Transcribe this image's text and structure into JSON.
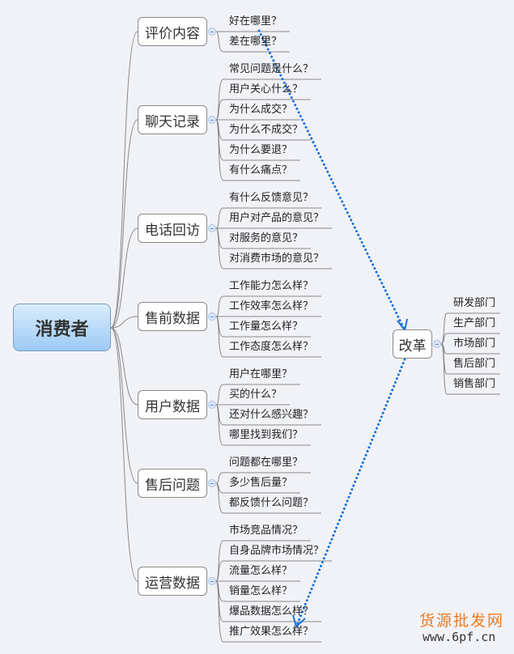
{
  "central": "消费者",
  "branches": [
    {
      "label": "评价内容",
      "leaves": [
        "好在哪里？",
        "差在哪里？"
      ]
    },
    {
      "label": "聊天记录",
      "leaves": [
        "常见问题是什么？",
        "用户关心什么？",
        "为什么成交？",
        "为什么不成交？",
        "为什么要退？",
        "有什么痛点？"
      ]
    },
    {
      "label": "电话回访",
      "leaves": [
        "有什么反馈意见？",
        "用户对产品的意见？",
        "对服务的意见？",
        "对消费市场的意见？"
      ]
    },
    {
      "label": "售前数据",
      "leaves": [
        "工作能力怎么样？",
        "工作效率怎么样？",
        "工作量怎么样？",
        "工作态度怎么样？"
      ]
    },
    {
      "label": "用户数据",
      "leaves": [
        "用户在哪里？",
        "买的什么？",
        "还对什么感兴趣？",
        "哪里找到我们？"
      ]
    },
    {
      "label": "售后问题",
      "leaves": [
        "问题都在哪里？",
        "多少售后量？",
        "都反馈什么问题？"
      ]
    },
    {
      "label": "运营数据",
      "leaves": [
        "市场竞品情况？",
        "自身品牌市场情况？",
        "流量怎么样？",
        "销量怎么样？",
        "爆品数据怎么样？",
        "推广效果怎么样？"
      ]
    }
  ],
  "reform": {
    "label": "改革",
    "leaves": [
      "研发部门",
      "生产部门",
      "市场部门",
      "售后部门",
      "销售部门"
    ]
  },
  "watermark": {
    "title": "货源批发网",
    "url": "www.6pf.cn"
  },
  "colors": {
    "arrow": "#1a73d9",
    "line": "#8a8a8a",
    "watermark": "#f07a1e"
  }
}
